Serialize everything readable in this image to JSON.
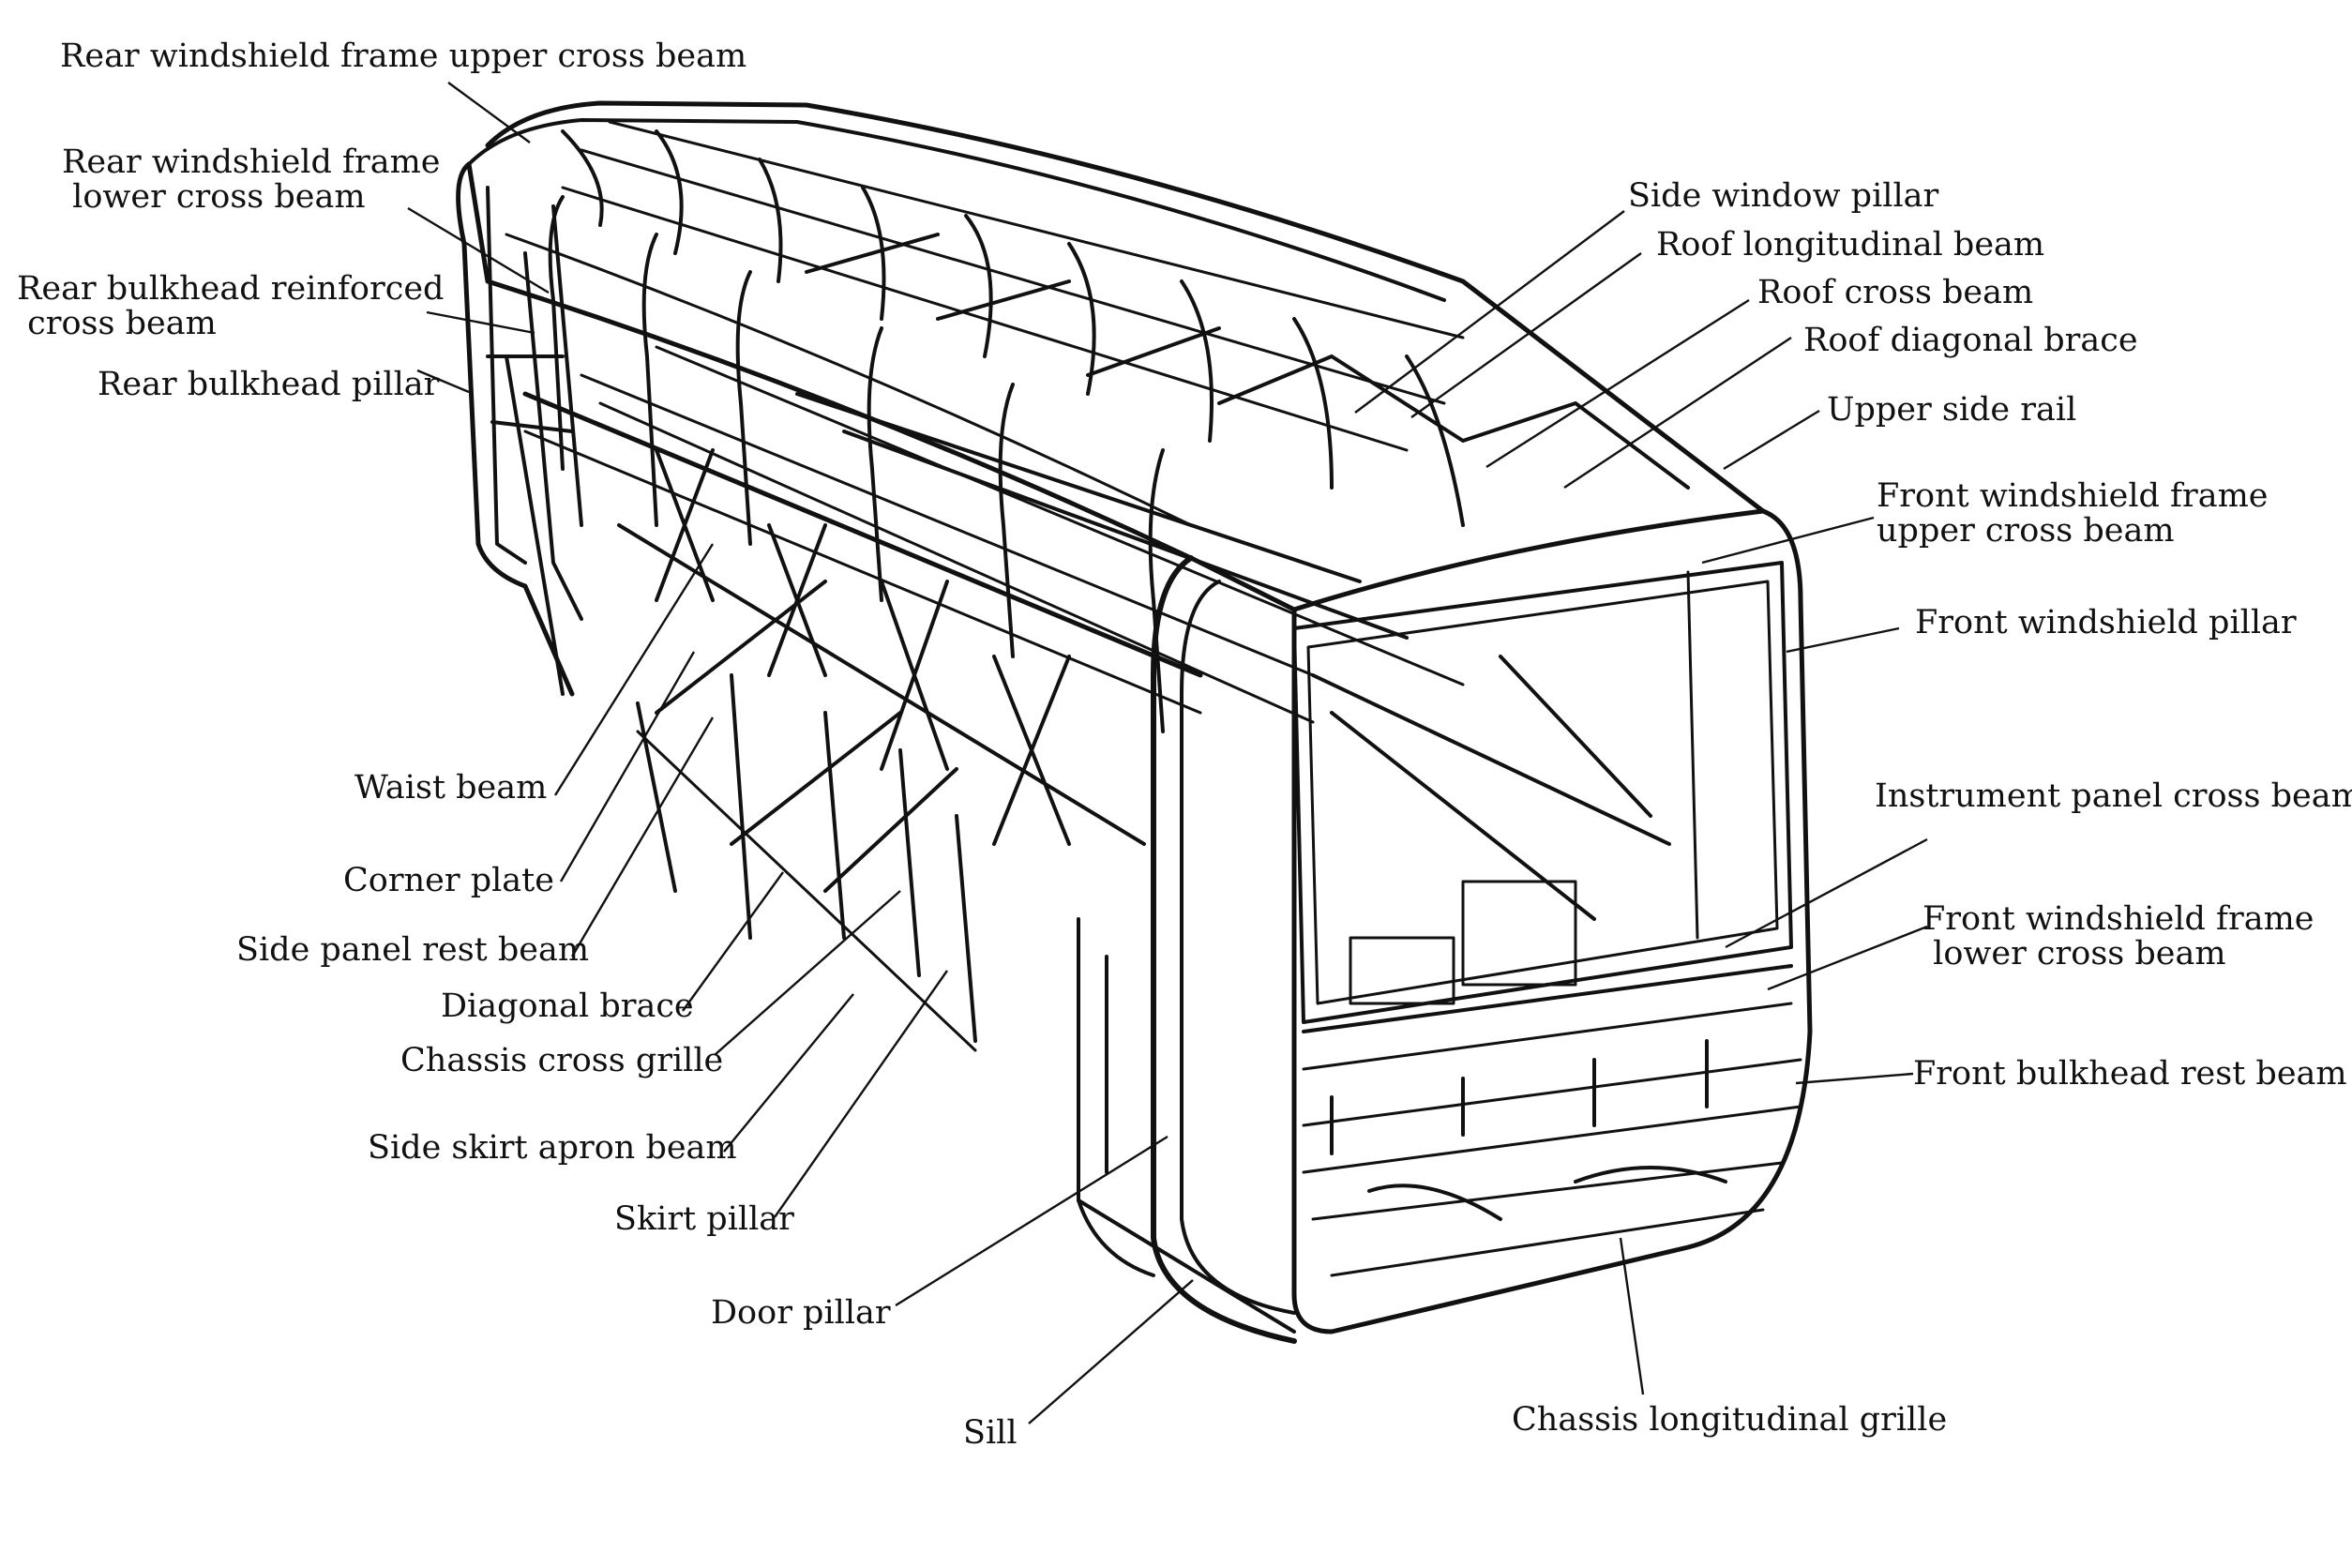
{
  "diagram": {
    "labels": [
      {
        "id": "rear-windshield-frame-upper-cross-beam",
        "text": "Rear windshield frame upper cross beam"
      },
      {
        "id": "rear-windshield-frame-lower-cross-beam",
        "text": "Rear windshield frame\n lower cross beam"
      },
      {
        "id": "rear-bulkhead-reinforced-cross-beam",
        "text": "Rear bulkhead reinforced\n cross beam"
      },
      {
        "id": "rear-bulkhead-pillar",
        "text": "Rear bulkhead pillar"
      },
      {
        "id": "waist-beam",
        "text": "Waist beam"
      },
      {
        "id": "corner-plate",
        "text": "Corner plate"
      },
      {
        "id": "side-panel-rest-beam",
        "text": "Side panel rest beam"
      },
      {
        "id": "diagonal-brace",
        "text": "Diagonal brace"
      },
      {
        "id": "chassis-cross-grille",
        "text": "Chassis cross grille"
      },
      {
        "id": "side-skirt-apron-beam",
        "text": "Side skirt apron beam"
      },
      {
        "id": "skirt-pillar",
        "text": "Skirt pillar"
      },
      {
        "id": "door-pillar",
        "text": "Door pillar"
      },
      {
        "id": "sill",
        "text": "Sill"
      },
      {
        "id": "chassis-longitudinal-grille",
        "text": "Chassis longitudinal grille"
      },
      {
        "id": "side-window-pillar",
        "text": "Side window pillar"
      },
      {
        "id": "roof-longitudinal-beam",
        "text": "Roof longitudinal beam"
      },
      {
        "id": "roof-cross-beam",
        "text": "Roof cross beam"
      },
      {
        "id": "roof-diagonal-brace",
        "text": "Roof diagonal brace"
      },
      {
        "id": "upper-side-rail",
        "text": "Upper side rail"
      },
      {
        "id": "front-windshield-frame-upper-cross-beam",
        "text": "Front windshield frame\nupper cross beam"
      },
      {
        "id": "front-windshield-pillar",
        "text": "Front windshield pillar"
      },
      {
        "id": "instrument-panel-cross-beam",
        "text": "Instrument panel cross beam"
      },
      {
        "id": "front-windshield-frame-lower-cross-beam",
        "text": "Front windshield frame\n lower cross beam"
      },
      {
        "id": "front-bulkhead-rest-beam",
        "text": "Front bulkhead rest beam"
      }
    ]
  }
}
